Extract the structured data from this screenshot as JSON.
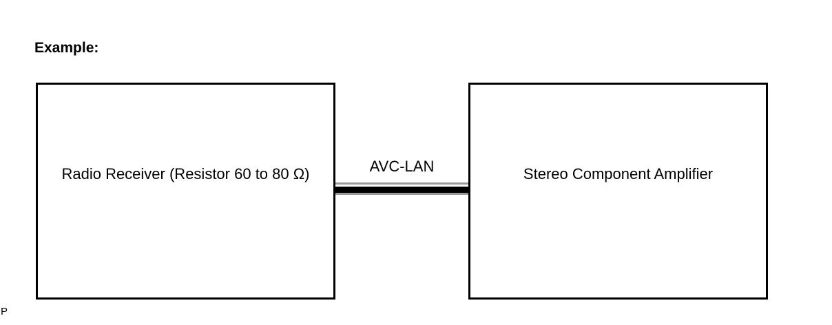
{
  "page": {
    "heading": "Example:",
    "footer_fragment": "P",
    "background_color": "#ffffff"
  },
  "diagram": {
    "nodes": [
      {
        "id": "radio-receiver",
        "label": "Radio Receiver (Resistor 60 to 80 Ω)"
      },
      {
        "id": "stereo-component-amplifier",
        "label": "Stereo Component Amplifier"
      }
    ],
    "connection": {
      "label": "AVC-LAN",
      "style": "double-line-bus",
      "from": "radio-receiver",
      "to": "stereo-component-amplifier"
    },
    "colors": {
      "box_border": "#000000",
      "bus_line_main": "#000000",
      "bus_line_secondary": "#999999",
      "text": "#000000"
    }
  }
}
